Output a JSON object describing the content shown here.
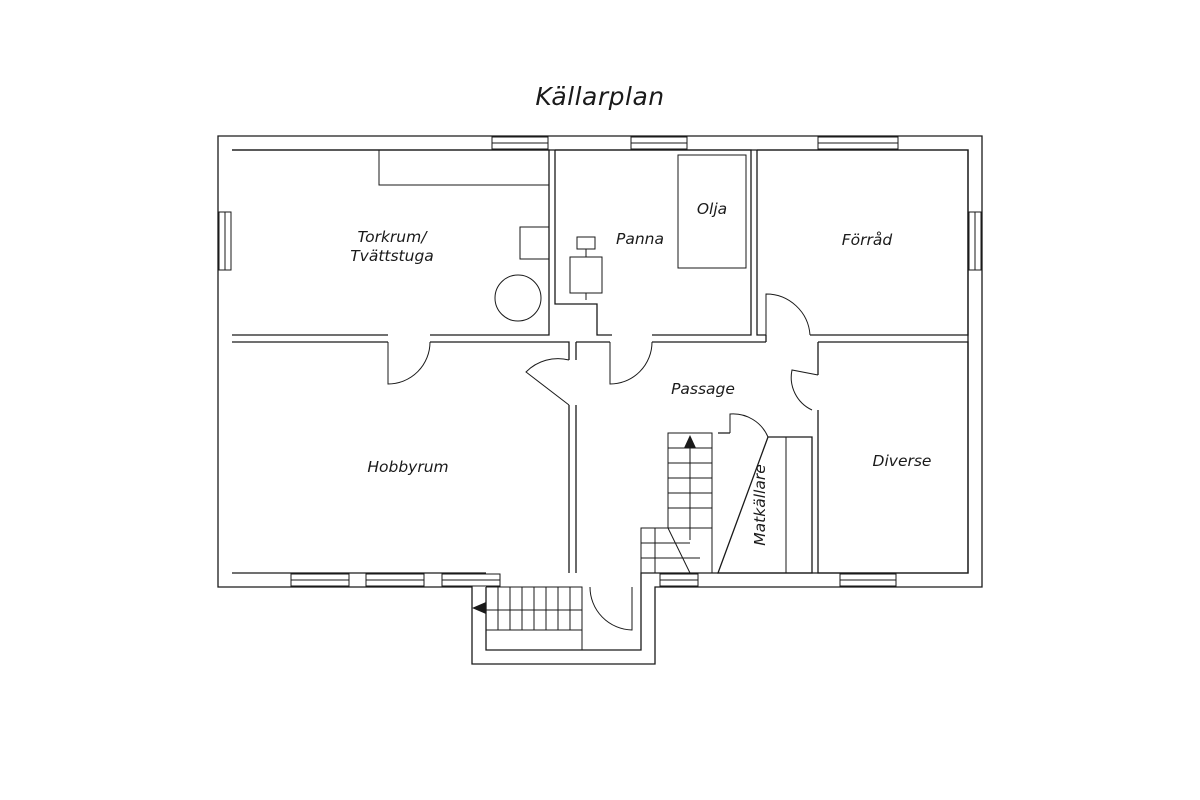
{
  "title": "Källarplan",
  "rooms": {
    "torkrum_line1": "Torkrum/",
    "torkrum_line2": "Tvättstuga",
    "panna": "Panna",
    "olja": "Olja",
    "forrad": "Förråd",
    "passage": "Passage",
    "hobbyrum": "Hobbyrum",
    "matkallare": "Matkällare",
    "diverse": "Diverse"
  }
}
